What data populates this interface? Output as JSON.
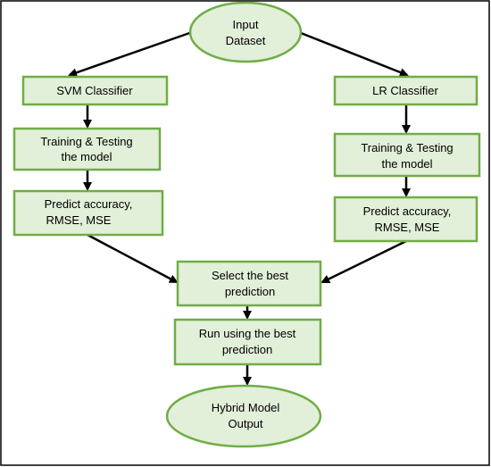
{
  "colors": {
    "node_fill": "#e2efd9",
    "node_stroke": "#70ad47",
    "arrow": "#000000",
    "frame": "#000000",
    "background": "#ffffff"
  },
  "nodes": {
    "input_dataset": {
      "line1": "Input",
      "line2": "Dataset"
    },
    "svm_classifier": {
      "line1": "SVM Classifier"
    },
    "lr_classifier": {
      "line1": "LR Classifier"
    },
    "svm_training": {
      "line1": "Training & Testing",
      "line2": "the model"
    },
    "lr_training": {
      "line1": "Training & Testing",
      "line2": "the model"
    },
    "svm_predict": {
      "line1": "Predict accuracy,",
      "line2": "RMSE, MSE"
    },
    "lr_predict": {
      "line1": "Predict accuracy,",
      "line2": "RMSE, MSE"
    },
    "select_best": {
      "line1": "Select the best",
      "line2": "prediction"
    },
    "run_best": {
      "line1": "Run using the best",
      "line2": "prediction"
    },
    "hybrid_output": {
      "line1": "Hybrid Model",
      "line2": "Output"
    }
  }
}
